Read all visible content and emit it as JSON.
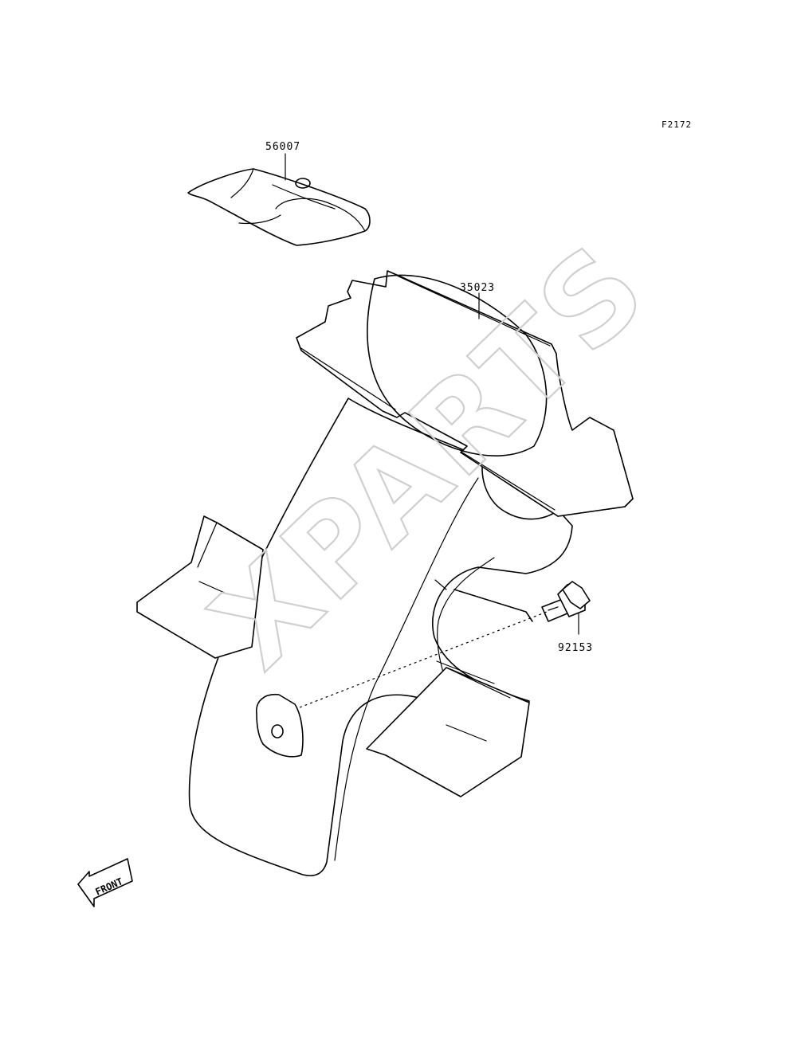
{
  "figure_id": "F2172",
  "watermark": "XPARTS",
  "front_arrow_label": "FRONT",
  "parts": [
    {
      "number": "56007",
      "name": ""
    },
    {
      "number": "35023",
      "name": ""
    },
    {
      "number": "92153",
      "name": ""
    }
  ]
}
